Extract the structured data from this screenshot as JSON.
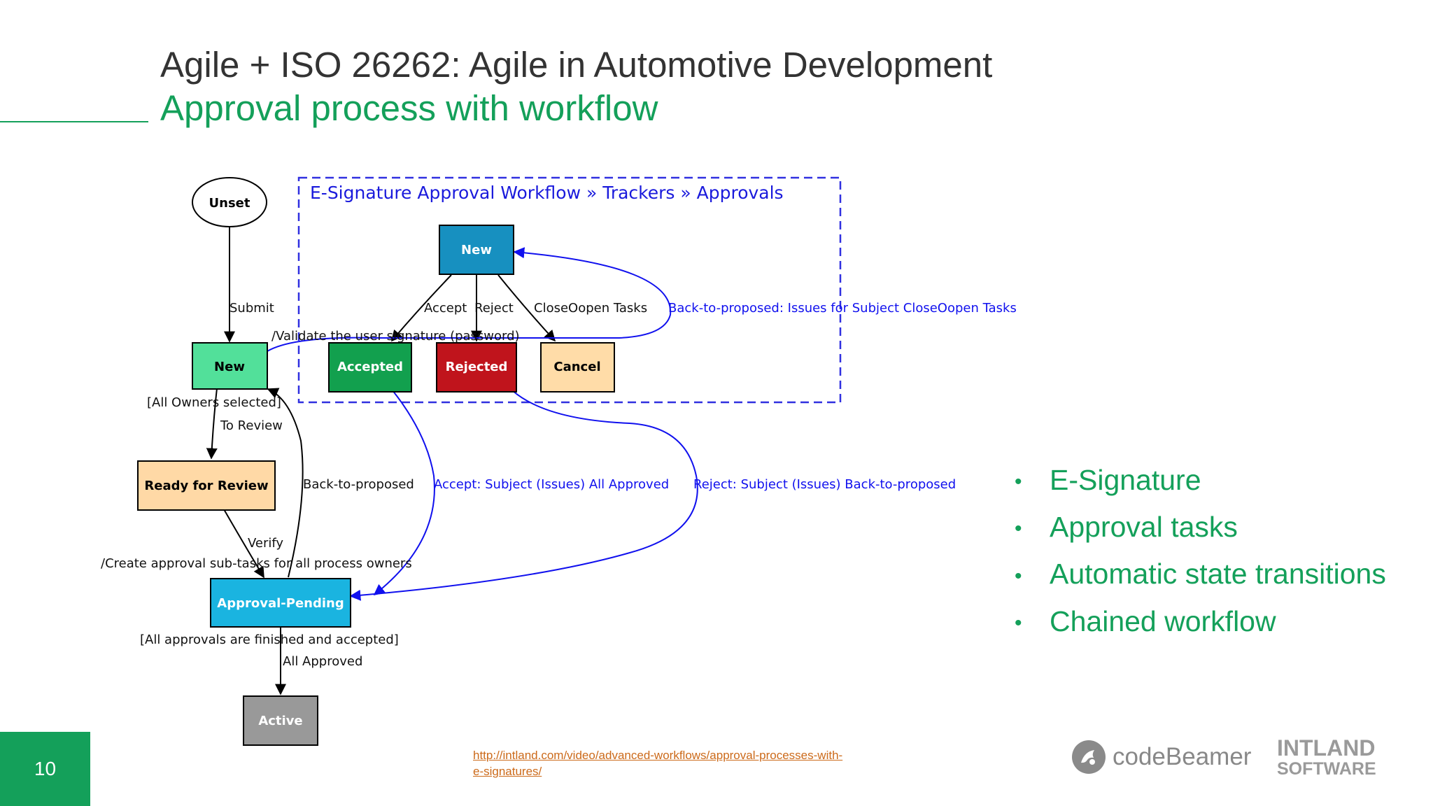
{
  "slide": {
    "title": "Agile + ISO 26262: Agile in Automotive Development",
    "subtitle": "Approval process with workflow",
    "page_number": "10"
  },
  "diagram": {
    "cluster_title": "E-Signature Approval Workflow » Trackers » Approvals",
    "nodes": {
      "unset": "Unset",
      "new": "New",
      "ready": "Ready for Review",
      "pending": "Approval-Pending",
      "active": "Active",
      "cl_new": "New",
      "accepted": "Accepted",
      "rejected": "Rejected",
      "cancel": "Cancel"
    },
    "edge_labels": {
      "submit": "Submit",
      "validate": "/Validate the user signature (password)",
      "owners": "[All Owners selected]",
      "to_review": "To Review",
      "back_to_proposed": "Back-to-proposed",
      "verify": "Verify",
      "create_subtasks": "/Create approval sub-tasks for all process owners",
      "all_finished": "[All approvals are finished and accepted]",
      "all_approved": "All Approved",
      "accept": "Accept",
      "reject": "Reject",
      "close_tasks": "CloseOopen Tasks",
      "back_issues": "Back-to-proposed: Issues for Subject CloseOopen Tasks",
      "accept_subject": "Accept: Subject (Issues) All Approved",
      "reject_subject": "Reject: Subject (Issues) Back-to-proposed"
    },
    "colors": {
      "new": "#52e09a",
      "ready": "#ffd9a6",
      "pending": "#1ab4e0",
      "active": "#999999",
      "cl_new": "#1790c0",
      "accepted": "#12a04e",
      "rejected": "#c0141c",
      "cancel": "#ffdca8",
      "cluster_border": "#3030e0",
      "blue_edge": "#1010ee"
    }
  },
  "bullets": [
    "E-Signature",
    "Approval tasks",
    "Automatic state transitions",
    "Chained workflow"
  ],
  "link": {
    "line1": "http://intland.com/video/advanced-workflows/approval-processes-with-",
    "line2": "e-signatures/"
  },
  "logos": {
    "codebeamer": "codeBeamer",
    "intland_1": "INTLAND",
    "intland_2": "SOFTWARE"
  }
}
